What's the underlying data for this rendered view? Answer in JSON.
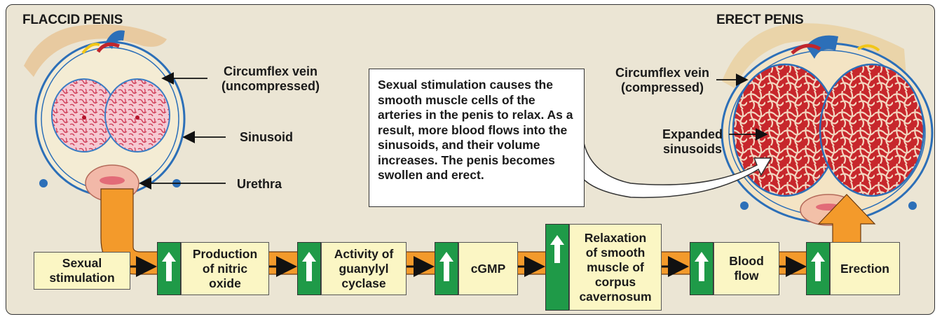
{
  "titles": {
    "flaccid": "FLACCID PENIS",
    "erect": "ERECT PENIS"
  },
  "labels": {
    "circumflex_uncompressed": "Circumflex vein\n(uncompressed)",
    "sinusoid": "Sinusoid",
    "urethra": "Urethra",
    "circumflex_compressed": "Circumflex vein\n(compressed)",
    "expanded_sinusoids": "Expanded\nsinusoids"
  },
  "callout": "Sexual stimulation causes the smooth muscle cells of the arteries in the penis to relax. As a result, more blood flows into the sinusoids, and their volume increases. The penis becomes swollen and erect.",
  "flow": {
    "start": "Sexual\nstimulation",
    "steps": [
      "Production\nof nitric\noxide",
      "Activity of\nguanylyl\ncyclase",
      "cGMP",
      "Relaxation\nof smooth\nmuscle of\ncorpus\ncavernosum",
      "Blood\nflow",
      "Erection"
    ]
  },
  "colors": {
    "background": "#ebe5d4",
    "box_fill": "#fbf6c4",
    "increase_bar": "#1f9a48",
    "flow_arrow": "#f39a2b",
    "vein": "#2c6fb8",
    "artery": "#c0262d",
    "sinusoid_tissue": "#f2b7c4",
    "expanded_tissue": "#c42a2f"
  },
  "icons": {
    "increase": "up-arrow-icon",
    "flow_link": "right-arrow-icon"
  }
}
